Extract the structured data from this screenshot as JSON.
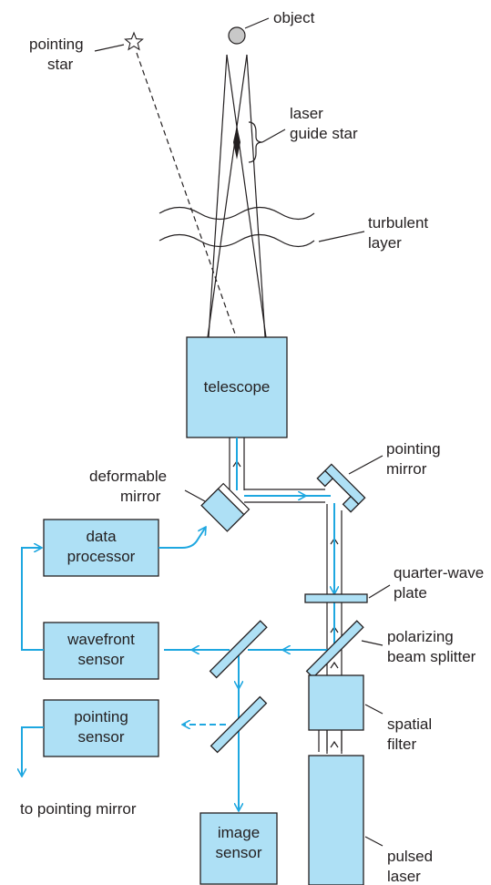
{
  "labels": {
    "object": "object",
    "pointing_star_1": "pointing",
    "pointing_star_2": "star",
    "laser_guide_star_1": "laser",
    "laser_guide_star_2": "guide star",
    "turbulent_layer_1": "turbulent",
    "turbulent_layer_2": "layer",
    "telescope": "telescope",
    "deformable_mirror_1": "deformable",
    "deformable_mirror_2": "mirror",
    "pointing_mirror_1": "pointing",
    "pointing_mirror_2": "mirror",
    "data_processor_1": "data",
    "data_processor_2": "processor",
    "quarter_wave_plate_1": "quarter-wave",
    "quarter_wave_plate_2": "plate",
    "wavefront_sensor_1": "wavefront",
    "wavefront_sensor_2": "sensor",
    "polarizing_beam_splitter_1": "polarizing",
    "polarizing_beam_splitter_2": "beam splitter",
    "pointing_sensor_1": "pointing",
    "pointing_sensor_2": "sensor",
    "spatial_filter_1": "spatial",
    "spatial_filter_2": "filter",
    "to_pointing_mirror": "to pointing mirror",
    "image_sensor_1": "image",
    "image_sensor_2": "sensor",
    "pulsed_laser_1": "pulsed",
    "pulsed_laser_2": "laser"
  },
  "colors": {
    "box_fill": "#aee0f5",
    "beam": "#1ea7e0",
    "line": "#231f20",
    "object_fill": "#c8c8c8"
  }
}
